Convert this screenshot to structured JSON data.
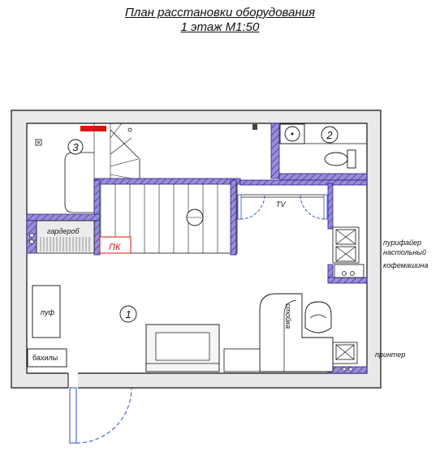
{
  "header": {
    "title_line1": "План расстановки оборудования",
    "title_line2": "1 этаж М1:50"
  },
  "rooms": {
    "room1_number": "1",
    "room2_number": "2",
    "room3_number": "3"
  },
  "labels": {
    "wardrobe": "гардероб",
    "pk": "ПК",
    "tv": "TV",
    "puf": "пуф",
    "bahily": "бахилы",
    "stoika": "стойка",
    "purifier_line1": "пурифайер",
    "purifier_line2": "настольный",
    "coffee": "кофемашина",
    "printer": "принтер"
  },
  "colors": {
    "partition_fill": "#9b8cd9",
    "partition_stroke": "#2a1f8a",
    "wall_fill": "#e9e9e9",
    "line": "#111111",
    "accent_red": "#e01010",
    "door_blue": "#2b4fc9",
    "stair_green": "#2e7d3a"
  }
}
